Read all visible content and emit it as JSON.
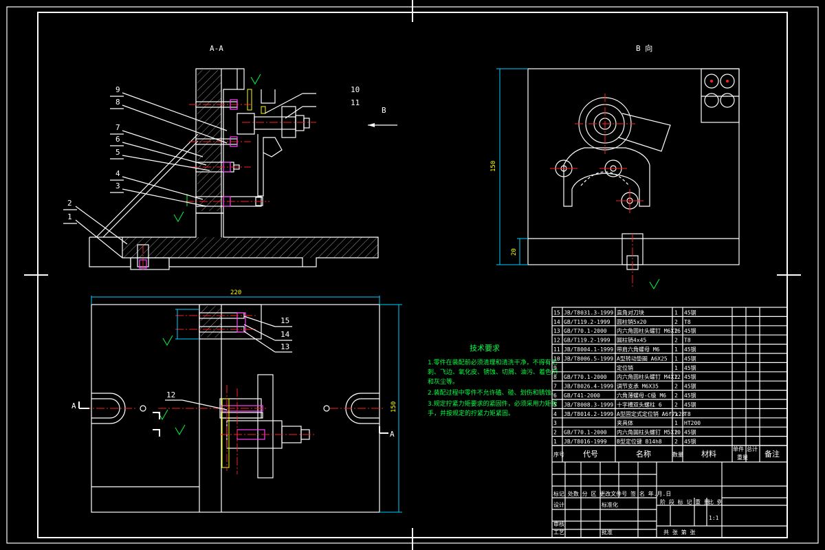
{
  "views": {
    "section": "A-A",
    "direction": "B 向",
    "arrow_label": "B",
    "section_mark": "A"
  },
  "dimensions": {
    "width": "220",
    "height_bottom": "150",
    "height_right": "150",
    "small": "20"
  },
  "callouts": [
    "1",
    "2",
    "3",
    "4",
    "5",
    "6",
    "7",
    "8",
    "9",
    "10",
    "11",
    "12",
    "13",
    "14",
    "15"
  ],
  "tech": {
    "title": "技术要求",
    "lines": [
      "1.零件在装配前必须清理和清洗干净，不得有毛",
      "刺、飞边、氧化皮、锈蚀、切屑、油污、着色剂",
      "和灰尘等。",
      "2.装配过程中零件不允许磕、碰、划伤和锈蚀。",
      "3.规定拧紧力矩要求的紧固件，必须采用力矩扳",
      "手，并按规定的拧紧力矩紧固。"
    ]
  },
  "bom": {
    "rows": [
      {
        "no": "15",
        "code": "JB/T8031.3-1999",
        "name": "直角对刀块",
        "qty": "1",
        "mat": "45钢"
      },
      {
        "no": "14",
        "code": "GB/T119.2-1999",
        "name": "圆柱销5x20",
        "qty": "2",
        "mat": "T8"
      },
      {
        "no": "13",
        "code": "GB/T70.1-2000",
        "name": "内六角圆柱头螺钉 M6X16",
        "qty": "2",
        "mat": "45钢"
      },
      {
        "no": "12",
        "code": "GB/T119.2-1999",
        "name": "圆柱销4x45",
        "qty": "2",
        "mat": "T8"
      },
      {
        "no": "11",
        "code": "JB/T8004.1-1999",
        "name": "带肩六角螺母 M6",
        "qty": "1",
        "mat": "45钢"
      },
      {
        "no": "10",
        "code": "JB/T8006.5-1999",
        "name": "A型转动垫圈 A6X25",
        "qty": "1",
        "mat": "45钢"
      },
      {
        "no": "9",
        "code": "",
        "name": "定位销",
        "qty": "1",
        "mat": "45钢"
      },
      {
        "no": "8",
        "code": "GB/T70.1-2000",
        "name": "内六角圆柱头螺钉 M4X12",
        "qty": "2",
        "mat": "45钢"
      },
      {
        "no": "7",
        "code": "JB/T8026.4-1999",
        "name": "调节支承 M6X35",
        "qty": "2",
        "mat": "45钢"
      },
      {
        "no": "6",
        "code": "GB/T41-2000",
        "name": "六角薄螺母-C级 M6",
        "qty": "2",
        "mat": "45钢"
      },
      {
        "no": "5",
        "code": "JB/T8008.3-1999",
        "name": "十字槽双头螺柱 6",
        "qty": "2",
        "mat": "45钢"
      },
      {
        "no": "4",
        "code": "JB/T8014.2-1999",
        "name": "A型固定式定位销 A6f7x28",
        "qty": "1",
        "mat": "T8"
      },
      {
        "no": "3",
        "code": "",
        "name": "夹具体",
        "qty": "1",
        "mat": "HT200"
      },
      {
        "no": "2",
        "code": "GB/T70.1-2000",
        "name": "内六角圆柱头螺钉 M5X10",
        "qty": "2",
        "mat": "45钢"
      },
      {
        "no": "1",
        "code": "JB/T8016-1999",
        "name": "B型定位键 B14h8",
        "qty": "2",
        "mat": "45钢"
      }
    ],
    "header": {
      "no": "序号",
      "code": "代号",
      "name": "名称",
      "qty": "数量",
      "mat": "材料",
      "single": "单件",
      "total": "总计",
      "weight": "重量",
      "note": "备注"
    }
  },
  "title_block": {
    "row1": "标记 处数 分 区 更改文件号 签 名 年.月.日",
    "design": "设计",
    "std": "标准化",
    "stage": "阶 段 标 记",
    "weight": "重 量",
    "ratio": "比 例",
    "review": "审核",
    "process": "工艺",
    "approve": "批准",
    "ratio_val": "1:1",
    "sheets": "共     张  第     张"
  }
}
